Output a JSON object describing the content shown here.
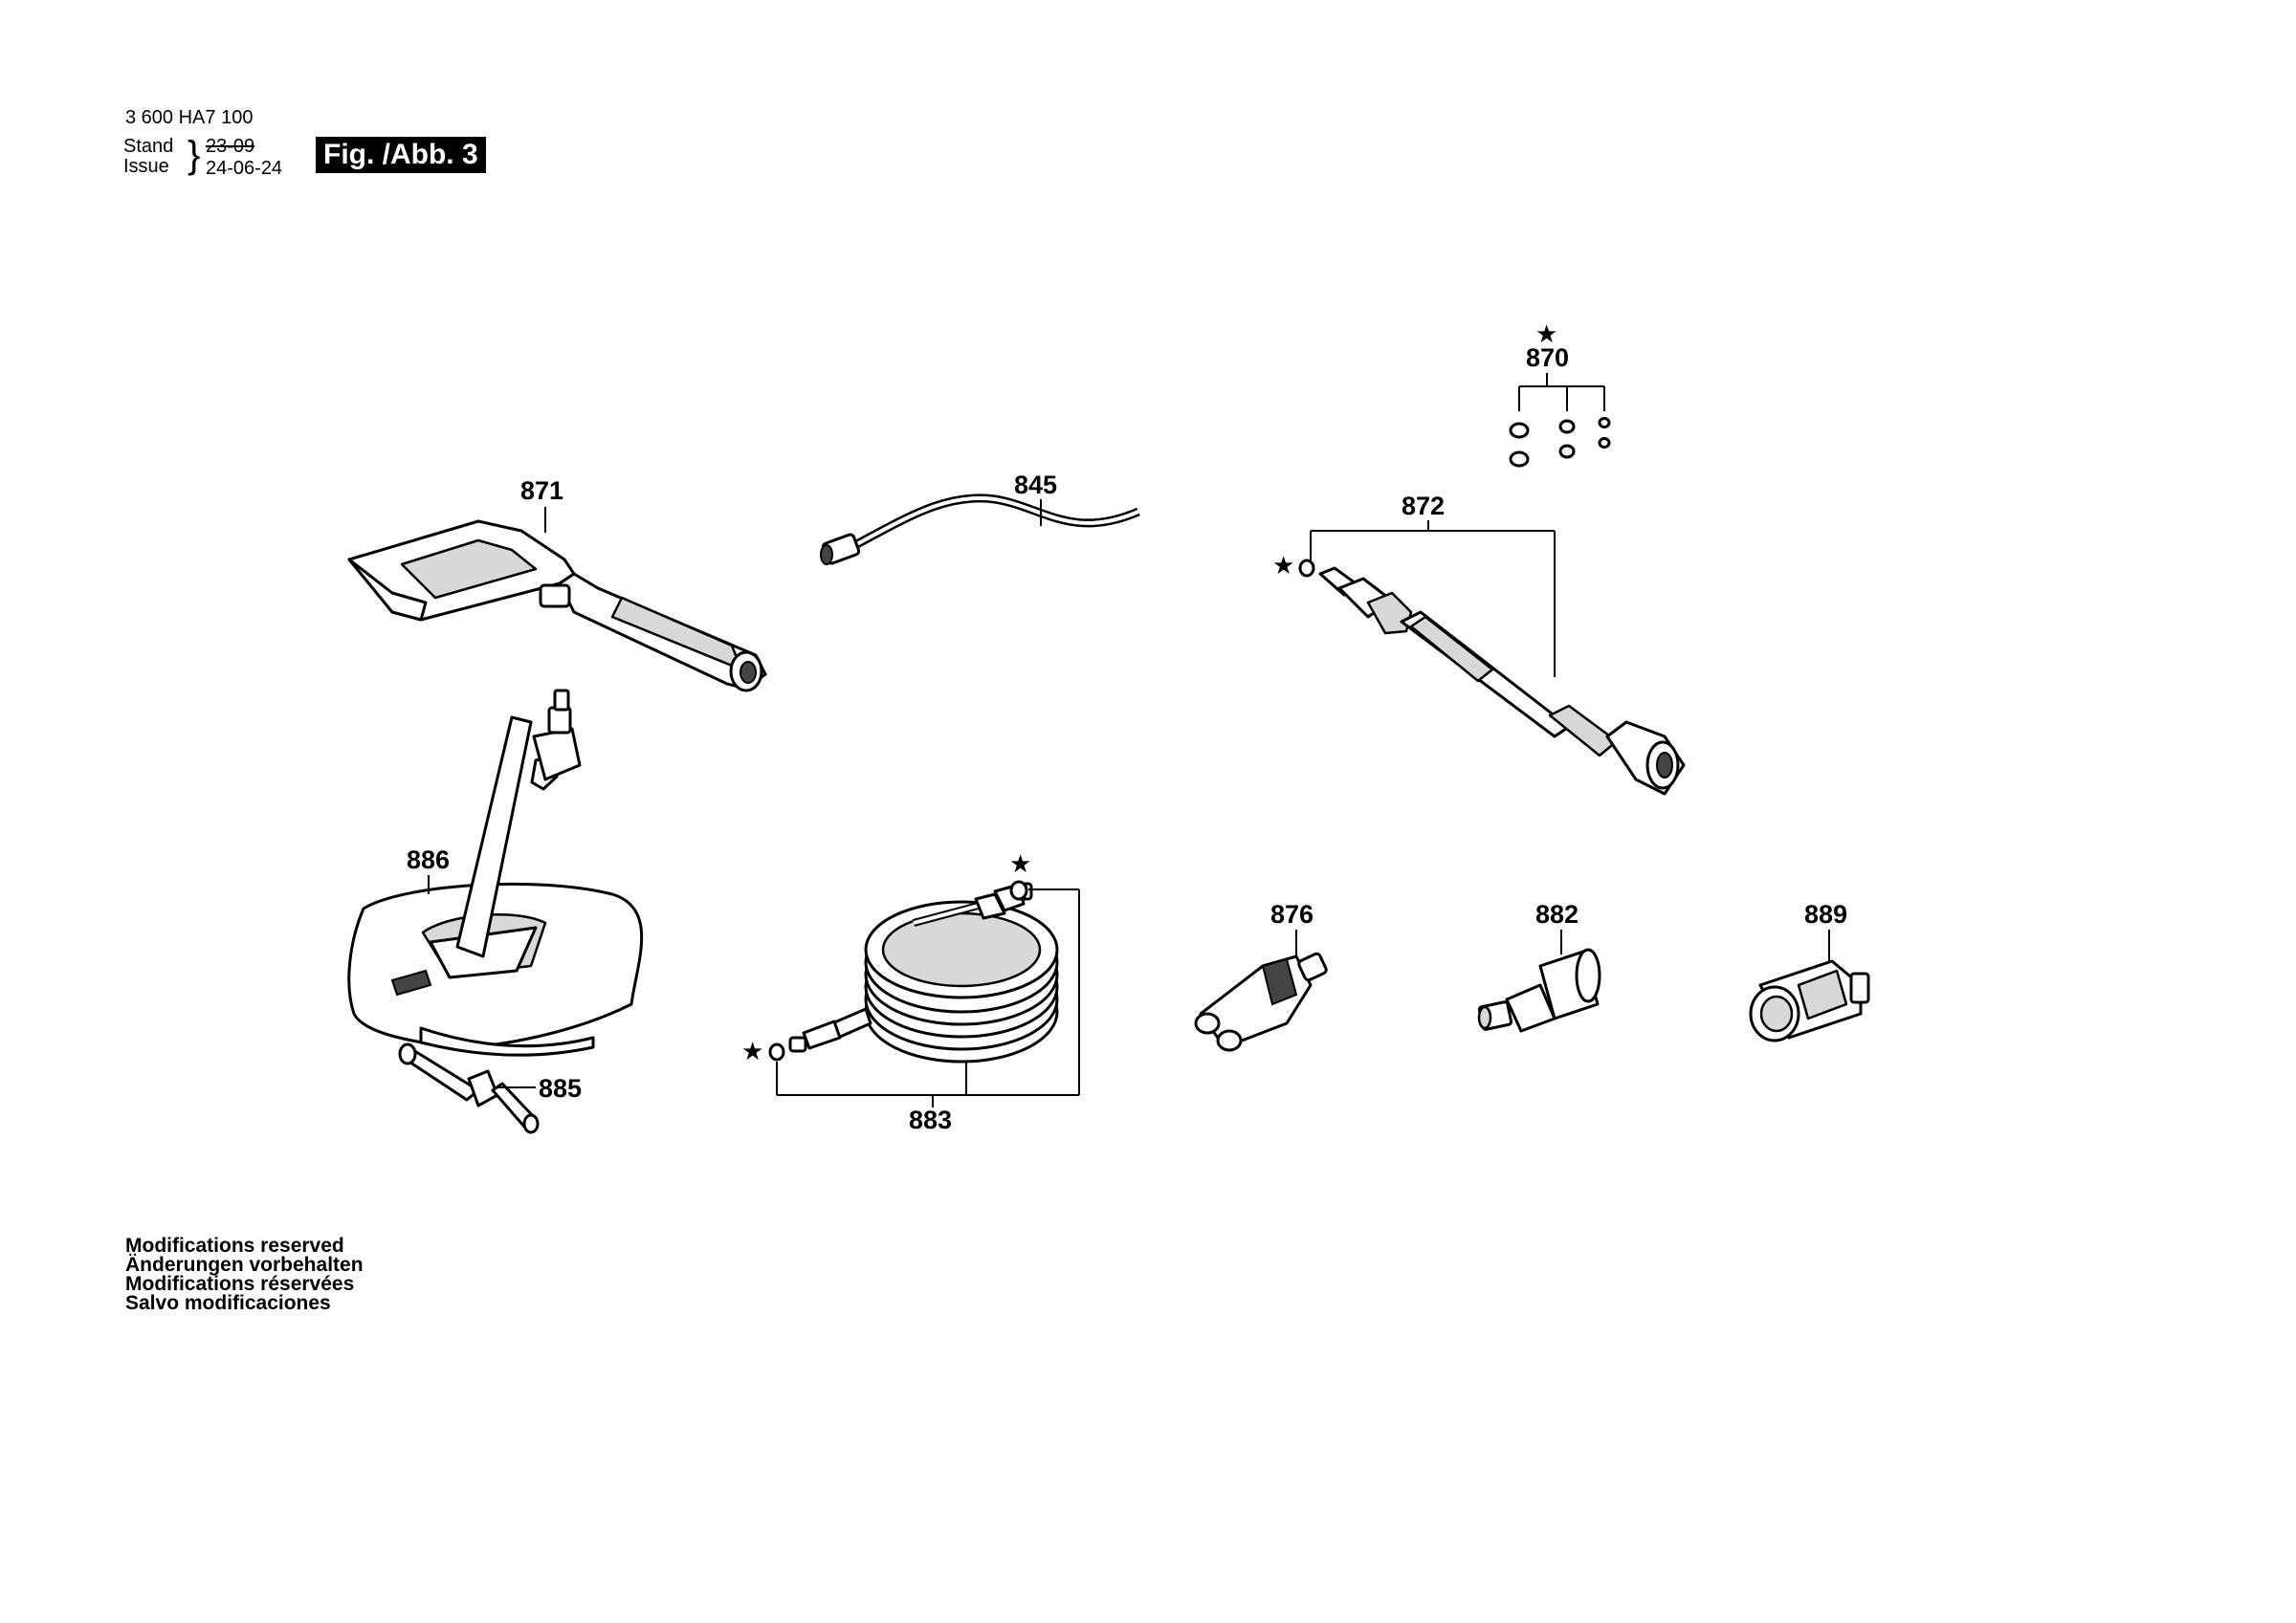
{
  "header": {
    "doc_number": "3 600 HA7 100",
    "stand_label": "Stand",
    "issue_label": "Issue",
    "stand_date": "23-09",
    "issue_date": "24-06-24",
    "figure_label": "Fig. /Abb. 3"
  },
  "parts": {
    "p871": "871",
    "p845": "845",
    "p870": "870",
    "p872": "872",
    "p886": "886",
    "p885": "885",
    "p883": "883",
    "p876": "876",
    "p882": "882",
    "p889": "889"
  },
  "star_symbol": "★",
  "footer": {
    "line1": "Modifications reserved",
    "line2": "Änderungen vorbehalten",
    "line3": "Modifications réservées",
    "line4": "Salvo modificaciones"
  }
}
